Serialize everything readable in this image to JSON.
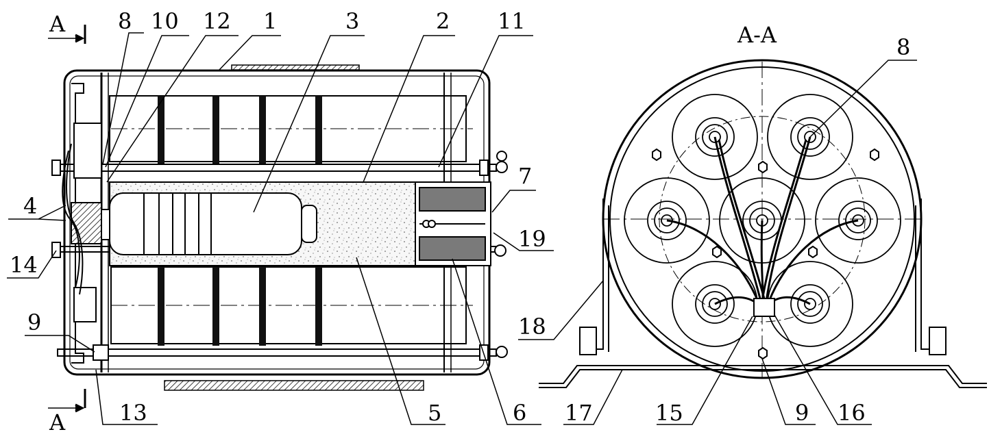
{
  "section_marks": {
    "top": "A",
    "bottom": "A",
    "view_title": "A-A"
  },
  "left_view_callouts": [
    "8",
    "10",
    "12",
    "1",
    "3",
    "2",
    "11",
    "7",
    "19",
    "4",
    "14",
    "9",
    "13",
    "5",
    "6"
  ],
  "right_view_callouts": [
    "8",
    "18",
    "17",
    "15",
    "9",
    "16"
  ]
}
